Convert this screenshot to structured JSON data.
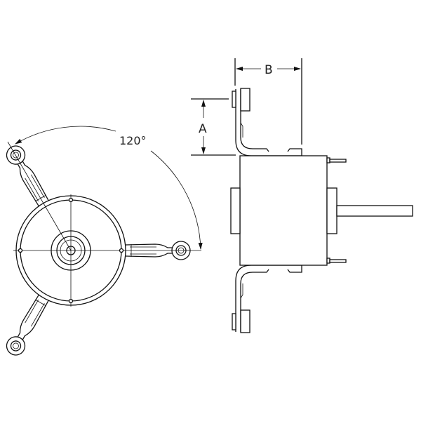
{
  "drawing": {
    "dimension_a": "A",
    "dimension_b": "B",
    "angle_label": "120°"
  },
  "colors": {
    "line": "#111111",
    "background": "#ffffff"
  }
}
